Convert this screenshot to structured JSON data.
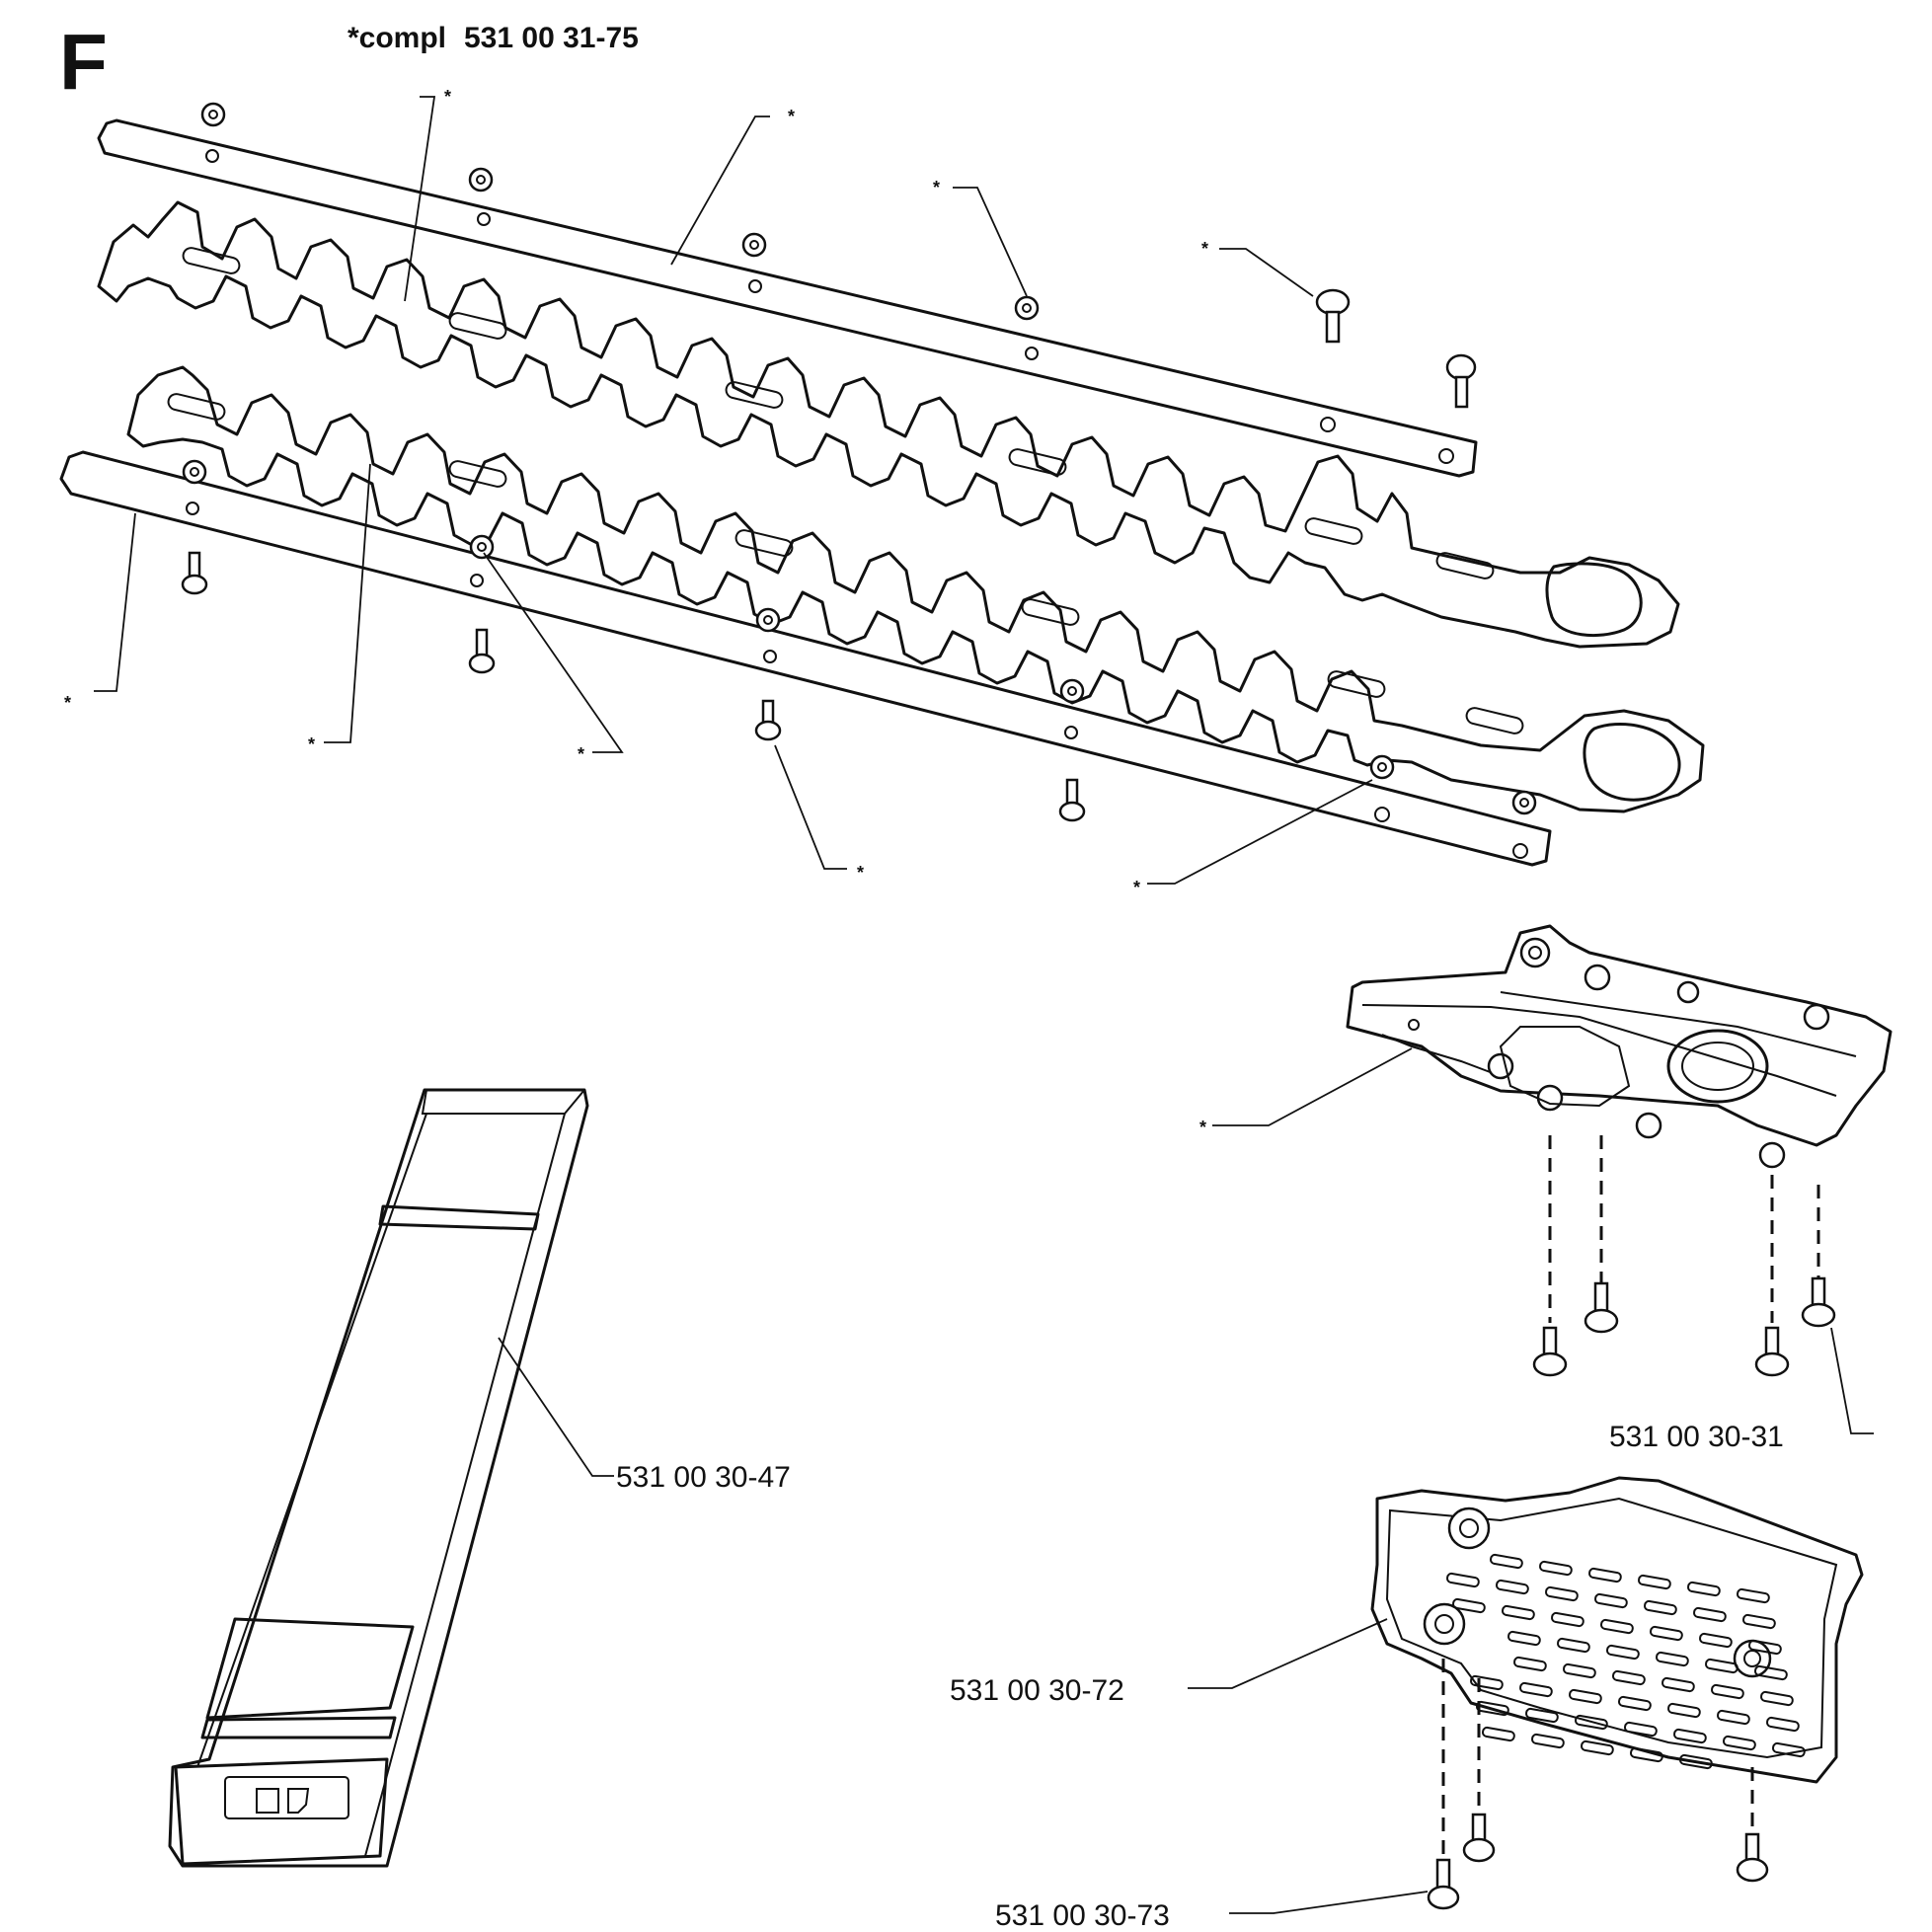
{
  "section_letter": "F",
  "assembly": {
    "prefix": "*compl",
    "number": "531 00 31-75"
  },
  "star_marker": "*",
  "parts": {
    "scabbard": "531 00 30-47",
    "gear_cover_screw": "531 00 30-31",
    "guard_plate": "531 00 30-72",
    "guard_screw": "531 00 30-73"
  }
}
